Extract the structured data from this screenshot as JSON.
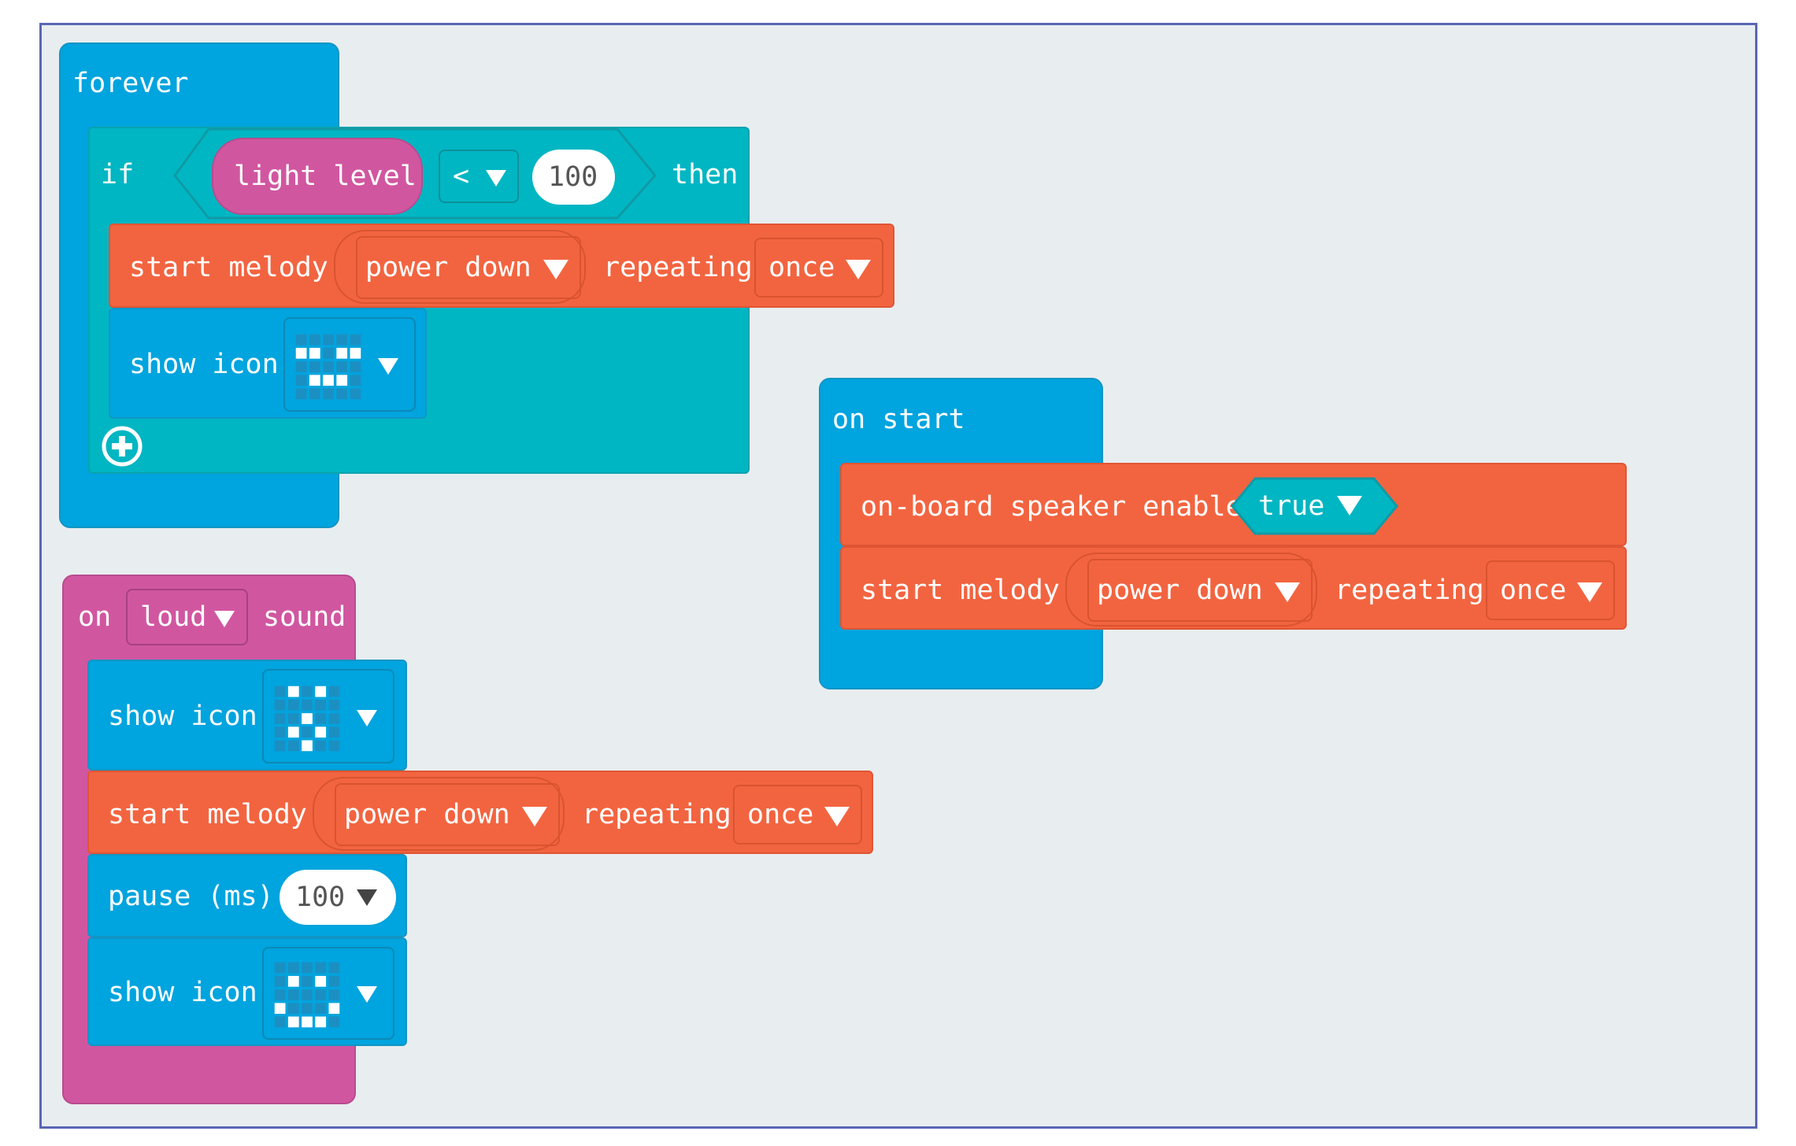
{
  "forever": {
    "label": "forever",
    "if_label": "if",
    "condition": {
      "sensor": "light level",
      "operator": "<",
      "value": "100"
    },
    "then_label": "then",
    "melody": {
      "label": "start melody",
      "sound": "power down",
      "repeat_label": "repeating",
      "repeat": "once"
    },
    "show_icon_label": "show icon"
  },
  "on_start": {
    "label": "on start",
    "speaker": {
      "label": "on-board speaker enable",
      "value": "true"
    },
    "melody": {
      "label": "start melody",
      "sound": "power down",
      "repeat_label": "repeating",
      "repeat": "once"
    }
  },
  "on_loud": {
    "on_label": "on",
    "event": "loud",
    "sound_label": "sound",
    "show_icon_1": "show icon",
    "melody": {
      "label": "start melody",
      "sound": "power down",
      "repeat_label": "repeating",
      "repeat": "once"
    },
    "pause": {
      "label": "pause (ms)",
      "value": "100"
    },
    "show_icon_2": "show icon"
  },
  "colors": {
    "basic": "#00a4de",
    "logic": "#00b6c3",
    "music": "#f26440",
    "input": "#d156a0",
    "workspace": "#e8edf0",
    "border": "#5a66b3"
  },
  "icons": {
    "add": "plus-circle-icon",
    "dropdown": "triangle-down-icon",
    "happy": "happy-face-icon",
    "surprised": "surprised-face-icon"
  }
}
